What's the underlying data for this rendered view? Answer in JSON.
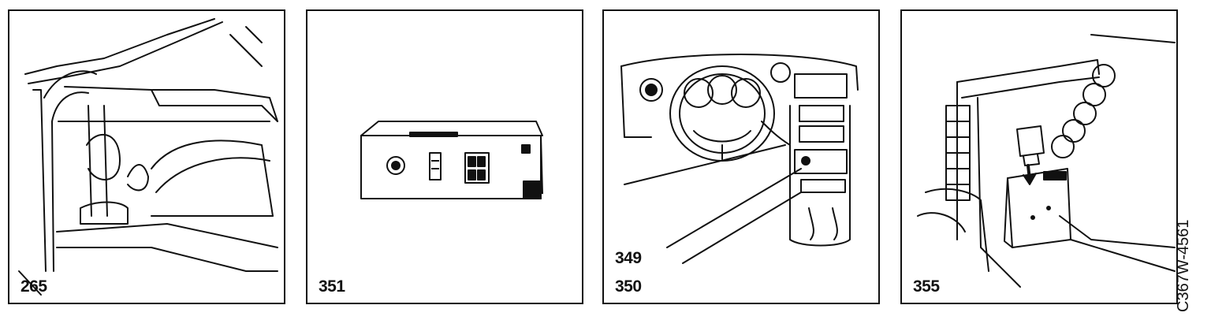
{
  "panels": [
    {
      "numbers": [
        "265"
      ]
    },
    {
      "numbers": [
        "351"
      ]
    },
    {
      "numbers": [
        "349",
        "350"
      ]
    },
    {
      "numbers": [
        "355"
      ]
    }
  ],
  "figure_code": "C367W-4561"
}
